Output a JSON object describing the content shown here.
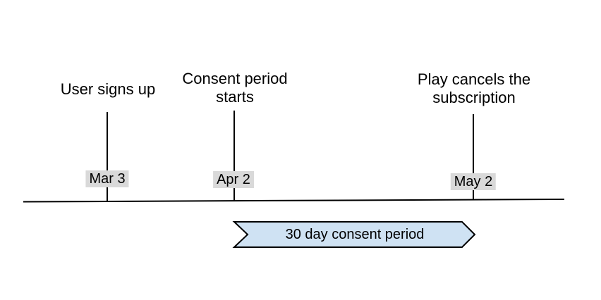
{
  "colors": {
    "background": "#ffffff",
    "line": "#000000",
    "text": "#000000",
    "date_badge_bg": "#d9d9d9",
    "banner_fill": "#cfe2f3",
    "banner_border": "#000000"
  },
  "timeline": {
    "events": [
      {
        "label": "User signs up",
        "date": "Mar 3"
      },
      {
        "label": "Consent period starts",
        "date": "Apr 2"
      },
      {
        "label": "Play cancels the subscription",
        "date": "May 2"
      }
    ]
  },
  "banner": {
    "label": "30 day consent period"
  }
}
